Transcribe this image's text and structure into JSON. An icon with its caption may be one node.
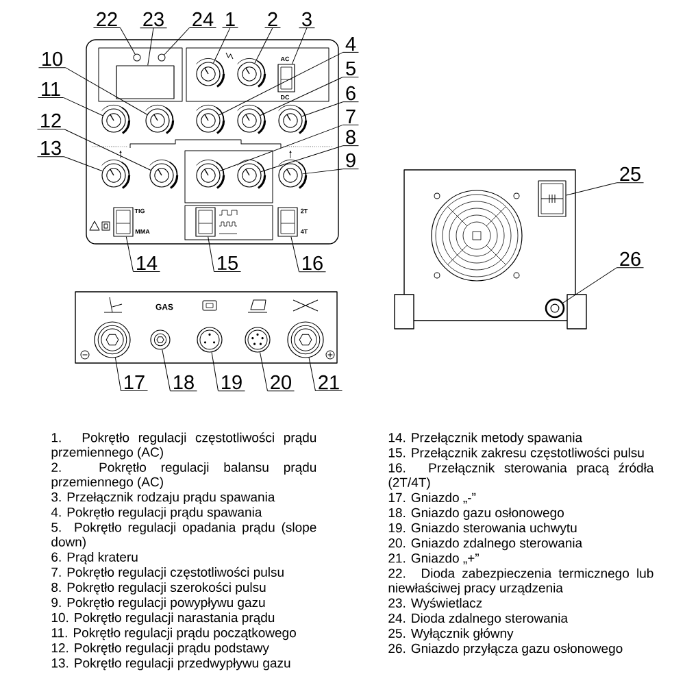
{
  "diagram": {
    "nodes": [
      {
        "text": [
          "22"
        ]
      },
      {
        "text": [
          "23"
        ]
      },
      {
        "text": [
          "24"
        ]
      },
      {
        "text": [
          "1"
        ]
      },
      {
        "text": [
          "2"
        ]
      },
      {
        "text": [
          "3"
        ]
      },
      {
        "text": [
          "10"
        ]
      },
      {
        "text": [
          "11"
        ]
      },
      {
        "text": [
          "12"
        ]
      },
      {
        "text": [
          "13"
        ]
      },
      {
        "text": [
          "4"
        ]
      },
      {
        "text": [
          "5"
        ]
      },
      {
        "text": [
          "6"
        ]
      },
      {
        "text": [
          "7"
        ]
      },
      {
        "text": [
          "8"
        ]
      },
      {
        "text": [
          "9"
        ]
      },
      {
        "text": [
          "14"
        ]
      },
      {
        "text": [
          "15"
        ]
      },
      {
        "text": [
          "16"
        ]
      },
      {
        "text": [
          "17"
        ]
      },
      {
        "text": [
          "18"
        ]
      },
      {
        "text": [
          "19"
        ]
      },
      {
        "text": [
          "20"
        ]
      },
      {
        "text": [
          "21"
        ]
      },
      {
        "text": [
          "25"
        ]
      },
      {
        "text": [
          "26"
        ]
      },
      {
        "text": [],
        "shape": "circle"
      },
      {
        "text": [],
        "shape": "box"
      },
      {
        "text": [],
        "shape": "circle"
      },
      {
        "text": [],
        "shape": "circle"
      },
      {
        "text": [],
        "shape": "circle"
      },
      {
        "text": [],
        "shape": "box",
        "beside": [
          "AC",
          "DC"
        ]
      },
      {
        "text": [],
        "shape": "circle"
      },
      {
        "text": [],
        "shape": "circle"
      },
      {
        "text": [],
        "shape": "circle"
      },
      {
        "text": [],
        "shape": "circle"
      },
      {
        "text": [],
        "shape": "circle"
      },
      {
        "text": [],
        "shape": "circle"
      },
      {
        "text": [],
        "shape": "circle"
      },
      {
        "text": [],
        "shape": "circle"
      },
      {
        "text": [],
        "shape": "circle"
      },
      {
        "text": [],
        "shape": "circle"
      },
      {
        "text": [],
        "shape": "box",
        "beside": [
          "TIG",
          "MMA"
        ]
      },
      {
        "text": [],
        "shape": "box"
      },
      {
        "text": [],
        "shape": "box",
        "beside": [
          "2T",
          "4T"
        ]
      },
      {
        "text": [],
        "shape": "circle"
      },
      {
        "text": [],
        "shape": "circle",
        "beside": [
          "GAS"
        ]
      },
      {
        "text": [],
        "shape": "circle"
      },
      {
        "text": [],
        "shape": "circle"
      },
      {
        "text": [],
        "shape": "circle"
      },
      {
        "text": [],
        "shape": "box"
      },
      {
        "text": [],
        "shape": "circle"
      }
    ],
    "edges": [
      {
        "from": 0,
        "to": 26,
        "arrow": "none"
      },
      {
        "from": 1,
        "to": 27,
        "arrow": "none"
      },
      {
        "from": 2,
        "to": 28,
        "arrow": "none"
      },
      {
        "from": 3,
        "to": 29,
        "arrow": "none"
      },
      {
        "from": 4,
        "to": 30,
        "arrow": "none"
      },
      {
        "from": 5,
        "to": 31,
        "arrow": "none"
      },
      {
        "from": 6,
        "to": 32,
        "arrow": "none"
      },
      {
        "from": 7,
        "to": 33,
        "arrow": "none"
      },
      {
        "from": 8,
        "to": 34,
        "arrow": "none"
      },
      {
        "from": 9,
        "to": 35,
        "arrow": "none"
      },
      {
        "from": 10,
        "to": 36,
        "arrow": "none"
      },
      {
        "from": 11,
        "to": 37,
        "arrow": "none"
      },
      {
        "from": 12,
        "to": 38,
        "arrow": "none"
      },
      {
        "from": 13,
        "to": 39,
        "arrow": "none"
      },
      {
        "from": 14,
        "to": 40,
        "arrow": "none"
      },
      {
        "from": 15,
        "to": 41,
        "arrow": "none"
      },
      {
        "from": 16,
        "to": 42,
        "arrow": "none"
      },
      {
        "from": 17,
        "to": 43,
        "arrow": "none"
      },
      {
        "from": 18,
        "to": 44,
        "arrow": "none"
      },
      {
        "from": 19,
        "to": 45,
        "arrow": "none"
      },
      {
        "from": 20,
        "to": 46,
        "arrow": "none"
      },
      {
        "from": 21,
        "to": 47,
        "arrow": "none"
      },
      {
        "from": 22,
        "to": 48,
        "arrow": "none"
      },
      {
        "from": 23,
        "to": 49,
        "arrow": "none"
      },
      {
        "from": 24,
        "to": 50,
        "arrow": "none"
      },
      {
        "from": 25,
        "to": 51,
        "arrow": "none"
      }
    ],
    "labels": [
      "1. Pokrętło regulacji częstotliwości prądu przemiennego (AC)",
      "2. Pokrętło regulacji balansu prądu przemiennego (AC)",
      "3. Przełącznik rodzaju prądu spawania",
      "4. Pokrętło regulacji prądu spawania",
      "5. Pokrętło regulacji opadania prądu (slope down)",
      "6. Prąd krateru",
      "7. Pokrętło regulacji częstotliwości pulsu",
      "8. Pokrętło regulacji szerokości pulsu",
      "9. Pokrętło regulacji powypływu gazu",
      "10. Pokrętło regulacji narastania prądu",
      "11. Pokrętło regulacji prądu początkowego",
      "12. Pokrętło regulacji prądu podstawy",
      "13. Pokrętło regulacji przedwypływu gazu",
      "14. Przełącznik metody spawania",
      "15. Przełącznik zakresu częstotliwości pulsu",
      "16. Przełącznik sterowania pracą źródła (2T/4T)",
      "17. Gniazdo „-”",
      "18. Gniazdo gazu osłonowego",
      "19. Gniazdo sterowania uchwytu",
      "20. Gniazdo zdalnego sterowania",
      "21. Gniazdo „+”",
      "22. Dioda zabezpieczenia termicznego lub niewłaściwej pracy urządzenia",
      "23. Wyświetlacz",
      "24. Dioda zdalnego sterowania",
      "25. Wyłącznik główny",
      "26. Gniazdo przyłącza gazu osłonowego"
    ]
  }
}
